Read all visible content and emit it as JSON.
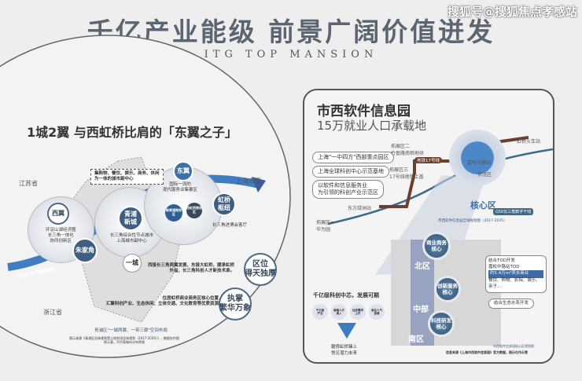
{
  "header": {
    "title": "千亿产业能级  前景广阔价值迸发",
    "subtitle": "ITG TOP MANSION",
    "watermark": "搜狐号@搜狐焦点孝感站"
  },
  "left": {
    "title": "1城2翼 与西虹桥比肩的「东翼之子」",
    "provinces": {
      "jiangsu": "江苏省",
      "zhejiang": "浙江省",
      "shanghai": "上海市区"
    },
    "nodes": {
      "xiyi": "西翼",
      "xiyi_desc": "环淀山湖经济圈\n长三角一体化\n协同创新区",
      "zhujiajiao": "朱家角",
      "qingpu": "青浦\n新城",
      "qingpu_desc": "长三角综合性节点城市\n上海城市副中心",
      "dongyi": "东翼",
      "dongyi_desc": "国际一流的\n现代服务业集聚区",
      "hongqiao": "虹桥\n枢纽",
      "hongqiao_desc": "长三角进博会客厅",
      "yicheng": "一城",
      "callout": "集购物、餐饮、娱乐、商务、休闲\n为一体的城市副中心",
      "arrow": "沪湖复合功能发展带",
      "n1": "新青浦商务区",
      "n2": "西虹桥商务区"
    },
    "desc1": "西接长三角两翼发展，东接大虹桥，顺承虹桥\n外溢，长三角科创人才新技术承。",
    "desc2": "位居虹桥商业商务区核心位置，\n汇聚科创产业、生态休闲、立体交通、文化教育等优质资源。",
    "badges": [
      "区位\n得天独厚",
      "执掌\n繁华万象"
    ],
    "caption": "青浦区\"一城两翼、一带三廊\"空间布局",
    "footnote": "图示来源《青浦区总体规划暨土地利用总体规划（2017-2035）》，数据仅作图例示意，不代表城市分布界限"
  },
  "right": {
    "title": "市西软件信息园",
    "subtitle": "15万就业人口承载地",
    "pills": [
      "上海\"一中四方\"西部重点园区",
      "上海全球科创中心示范基地",
      "以软件和信息服务业\n为引领的科创产业示范区"
    ],
    "stations": {
      "hongqiao": "虹桥火车站",
      "jiasongzhong": "嘉松中路站",
      "dongfang": "东方绿洲站",
      "line17": "地铁17号线",
      "xujing": "徐泾区",
      "core": "核心区"
    },
    "expansion": [
      "拓展区一\n华为园",
      "拓展区二\n竹盈路南侧地块",
      "拓展区三\n17号线地铁上盖"
    ],
    "g50": "G50长三角数字干线",
    "plan": "市西软件信息园全域规划图（2017-2035）",
    "districts": [
      "北区",
      "中部",
      "南区"
    ],
    "cores": [
      "商业商务\n核心",
      "创新服务\n核心",
      "科技研发\n核心"
    ],
    "tod": {
      "line1": "结合TOD开发",
      "line2": "嘉松中路站TOD",
      "highlight": "约5.4万m²滨水商业",
      "line3": "餐饮、购物、影院、娱乐、亲子..."
    },
    "eco": "结合生态水系开发",
    "chain_title": "千亿级科创中芯，发展可期",
    "chain": [
      "千亿级\n产业",
      "高端人才\n涌入",
      "住房需求\n上升",
      "商业人气\n递增"
    ],
    "chain_result": "踞傍虹桥臻上\n悦见潜力未来",
    "footer1": "市西软件信息园核心区规划图",
    "footer2": "信息来源《上海市西软件信息园》官方数据，图示仅作示意"
  }
}
